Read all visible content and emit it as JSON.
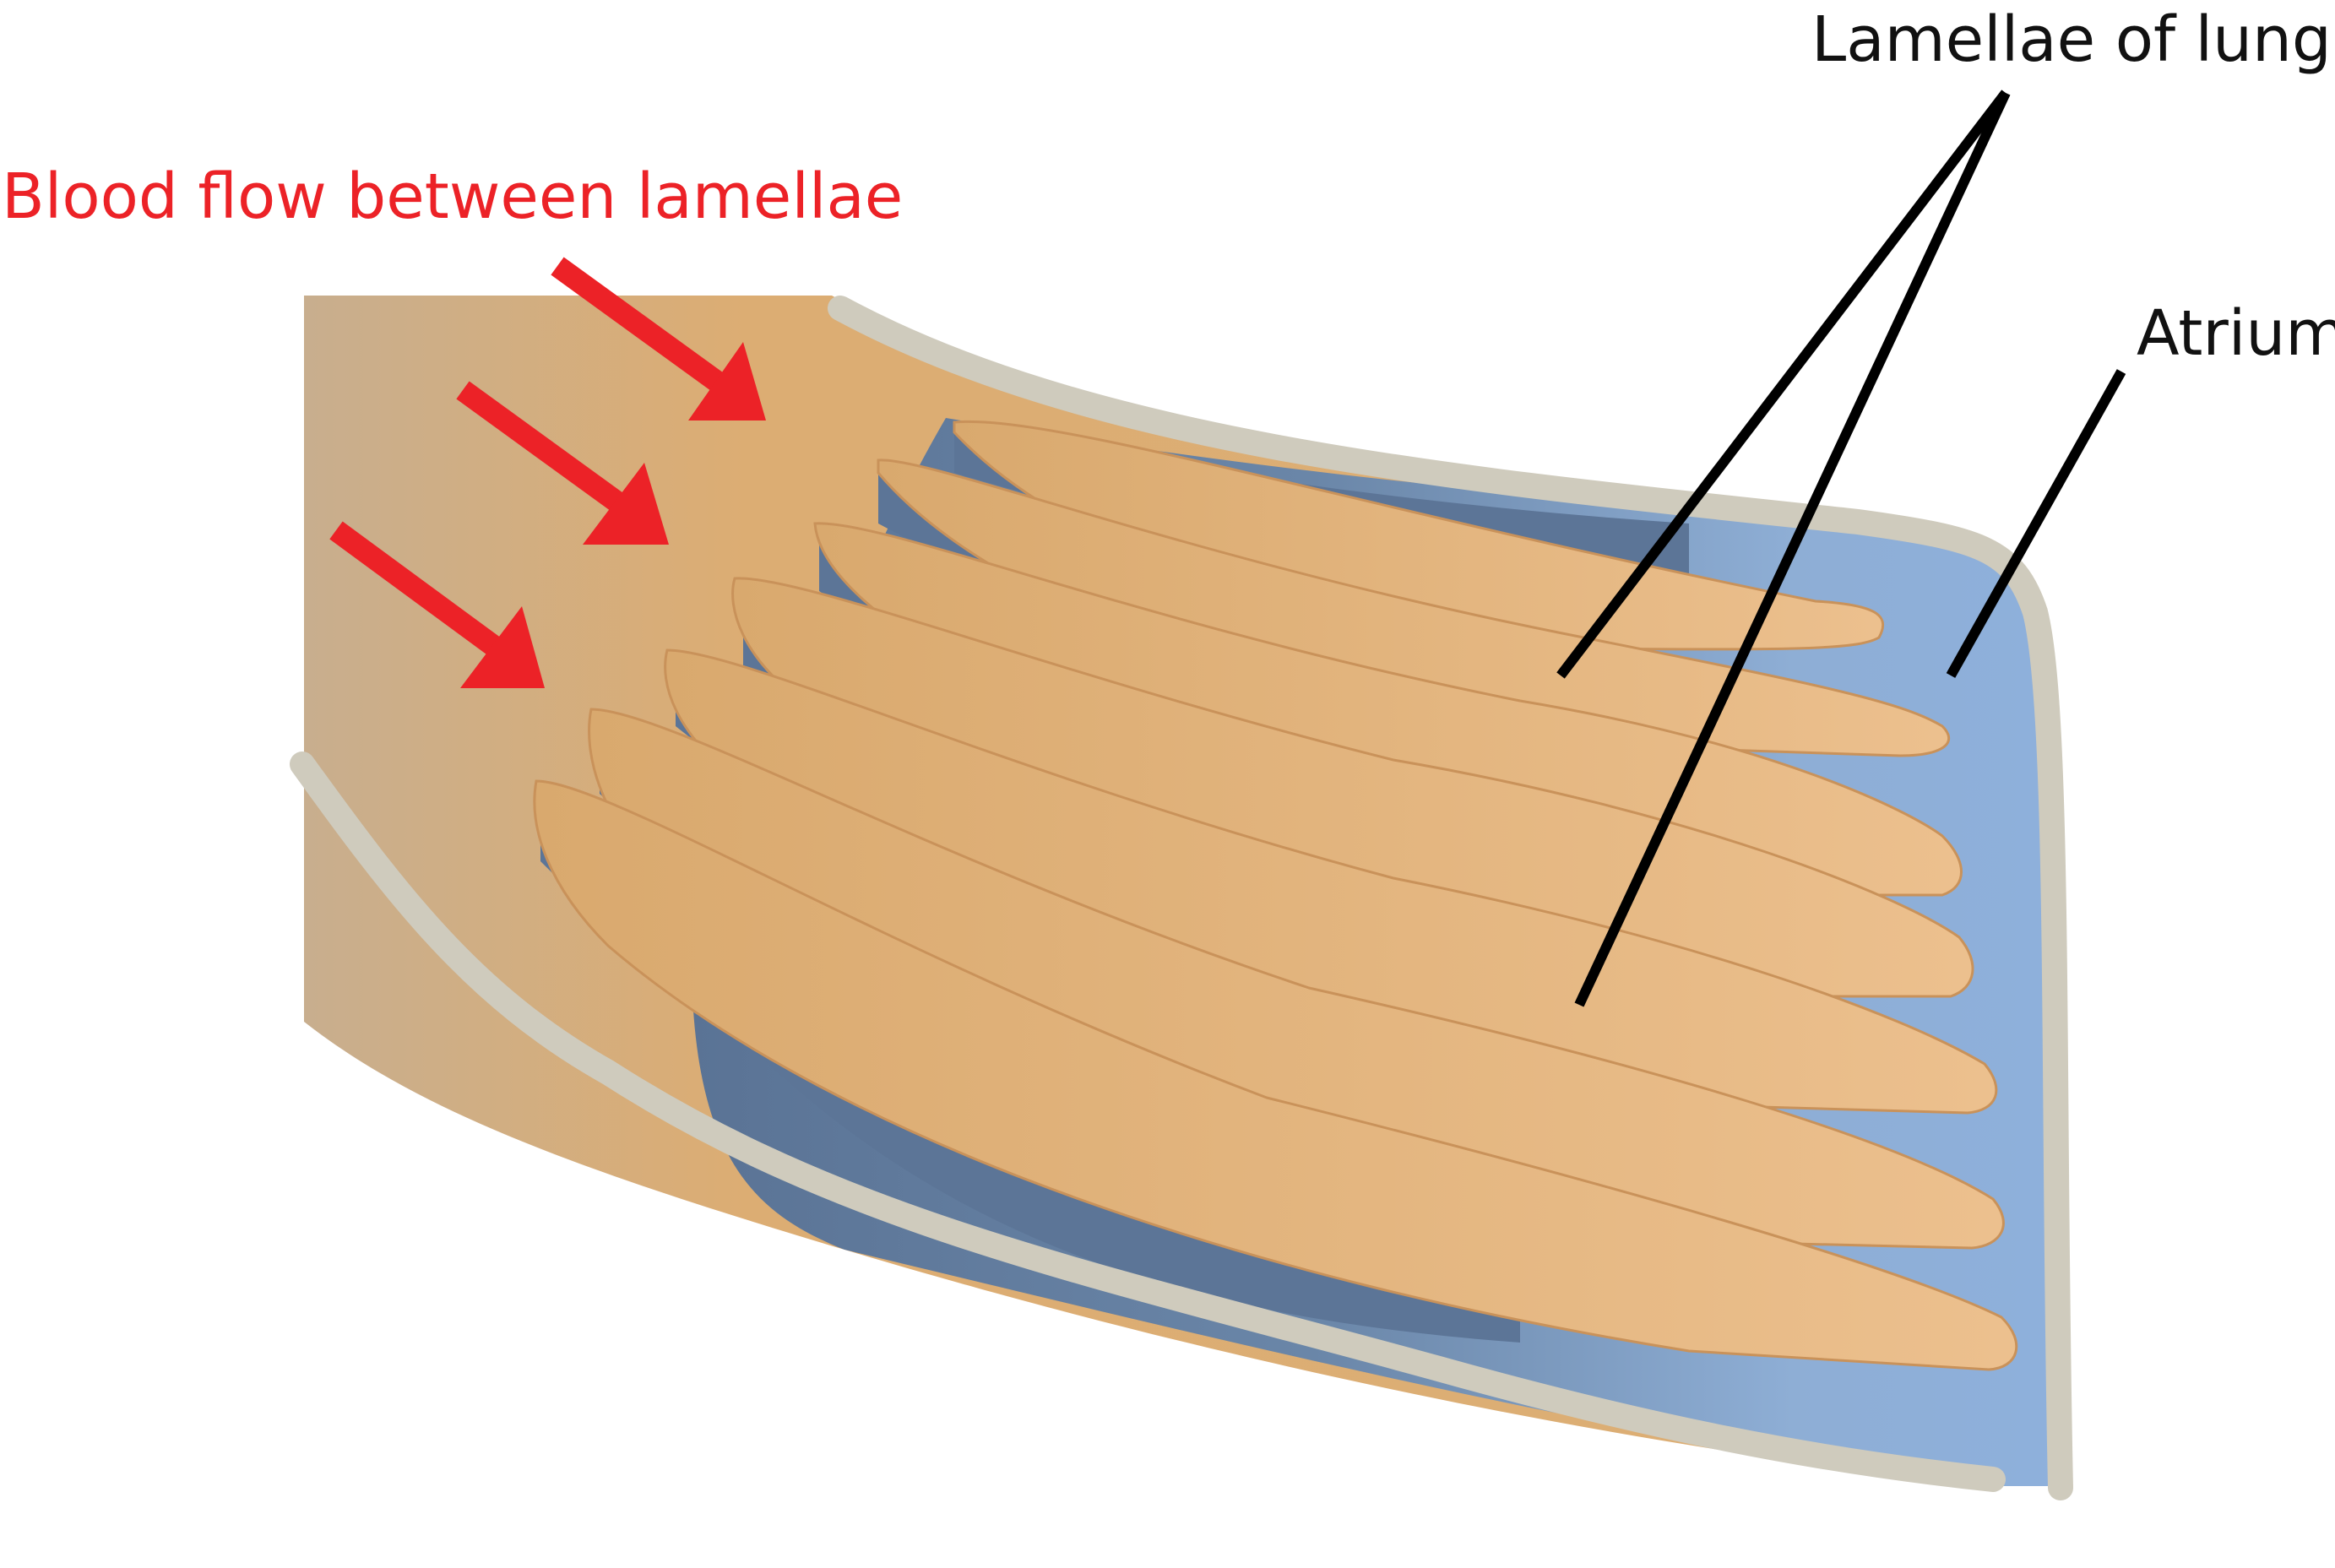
{
  "labels": {
    "blood_flow": "Blood flow between lamellae",
    "lamellae": "Lamellae of lung",
    "atrium": "Atrium"
  },
  "colors": {
    "tissue": "#dcae74",
    "tissue_left": "#c8ae8e",
    "lamella": "#e9be88",
    "atrium_dark": "#5d7697",
    "atrium_light": "#8eb0da",
    "wall": "#cfcbbd",
    "arrow": "#ec2227",
    "leader": "#000000"
  },
  "icons": [
    "flow-arrow-icon",
    "leader-line"
  ]
}
